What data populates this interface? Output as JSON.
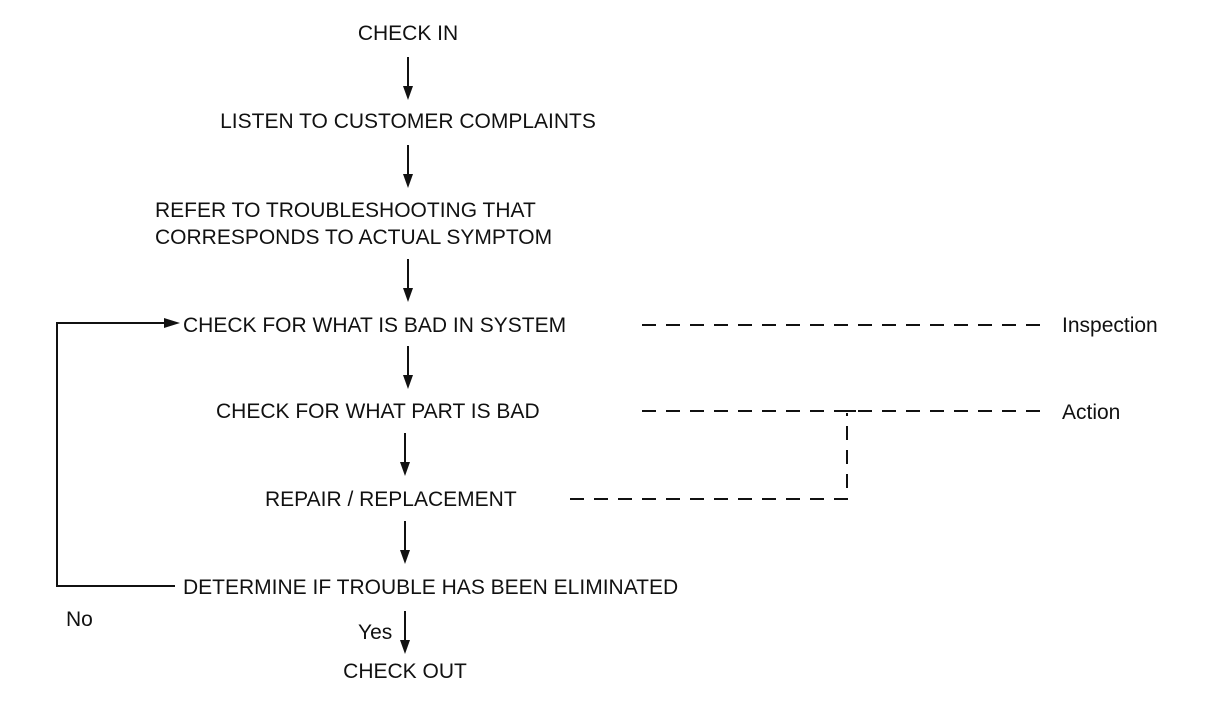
{
  "steps": {
    "check_in": "CHECK IN",
    "listen": "LISTEN TO CUSTOMER COMPLAINTS",
    "refer_line1": "REFER TO TROUBLESHOOTING THAT",
    "refer_line2": "CORRESPONDS TO ACTUAL SYMPTOM",
    "check_system": "CHECK FOR WHAT IS BAD IN SYSTEM",
    "check_part": "CHECK FOR WHAT PART IS BAD",
    "repair": "REPAIR / REPLACEMENT",
    "determine": "DETERMINE IF TROUBLE HAS BEEN ELIMINATED",
    "check_out": "CHECK OUT"
  },
  "side_labels": {
    "inspection": "Inspection",
    "action": "Action"
  },
  "branch_labels": {
    "no": "No",
    "yes": "Yes"
  }
}
